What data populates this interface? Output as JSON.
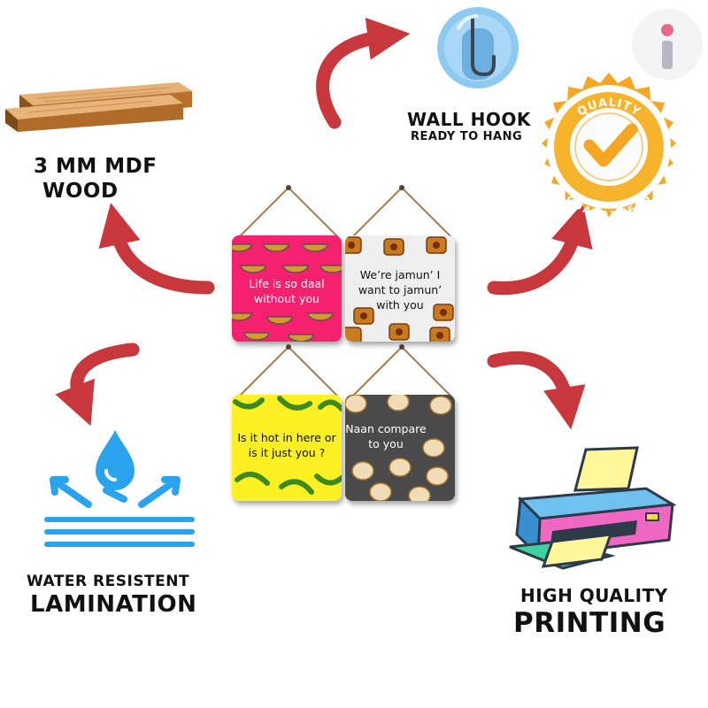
{
  "features": {
    "wood": {
      "line1": "3 MM MDF",
      "line2": "WOOD"
    },
    "hook": {
      "title": "WALL HOOK",
      "subtitle": "READY TO HANG"
    },
    "quality": {
      "top": "QUALITY",
      "bottom": "GUARANTEED"
    },
    "lamination": {
      "line1": "WATER RESISTENT",
      "line2": "LAMINATION"
    },
    "printing": {
      "line1": "HIGH QUALITY",
      "line2": "PRINTING"
    }
  },
  "signs": [
    {
      "text": "Life is so daal without you",
      "background": "#f5206e",
      "pattern": "bowls-icon"
    },
    {
      "text": "We’re jamun’ I want to jamun’ with you",
      "background": "#eeeeee",
      "pattern": "sweets-icon"
    },
    {
      "text": "Is it hot in here or is it just you ?",
      "background": "#fcf022",
      "pattern": "chili-icon"
    },
    {
      "text": "Naan compare to you",
      "background": "#4a4a4a",
      "pattern": "naan-icon"
    }
  ],
  "colors": {
    "arrow": "#c8373c",
    "text": "#111111",
    "hook": "#7fc0ec",
    "badge": "#f5a623",
    "water": "#2aa3ee"
  }
}
